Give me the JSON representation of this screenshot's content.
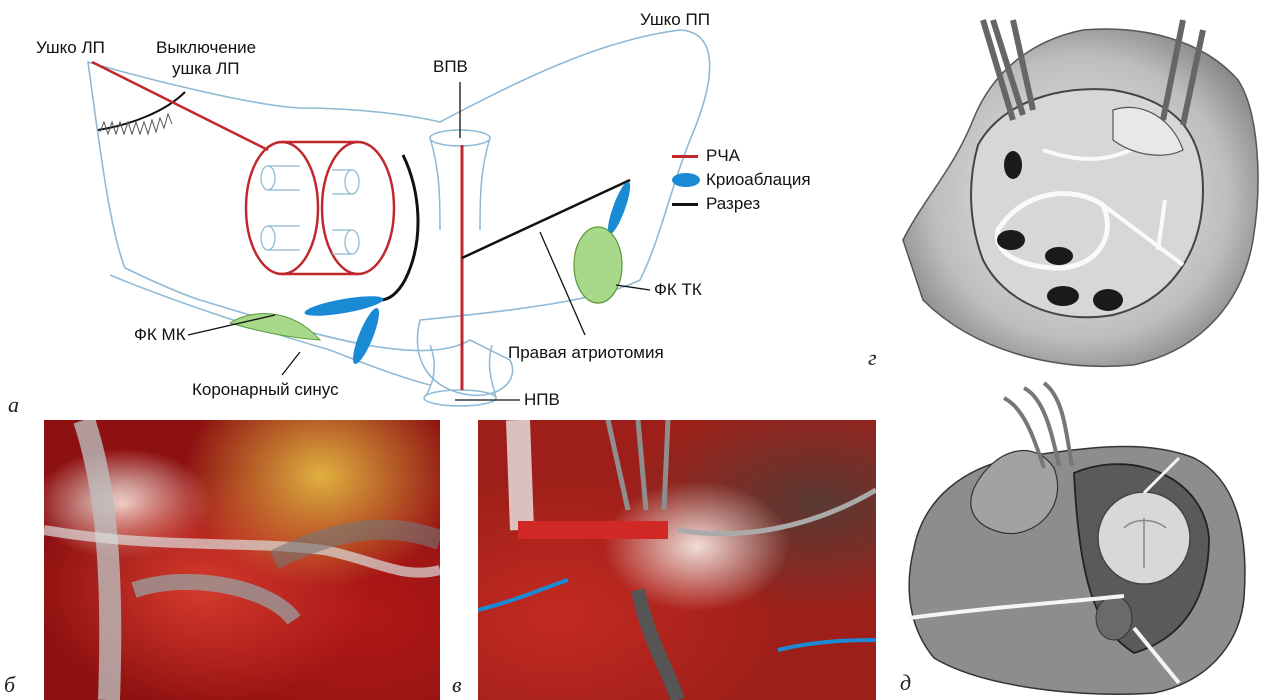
{
  "labels": {
    "ushko_lp": "Ушко ЛП",
    "vykl_line1": "Выключение",
    "vykl_line2": "ушка ЛП",
    "vpv": "ВПВ",
    "ushko_pp": "Ушко ПП",
    "fk_mk": "ФК МК",
    "fk_tk": "ФК ТК",
    "koronarny_sinus": "Коронарный синус",
    "pravaya_atriotomiya": "Правая атриотомия",
    "npv": "НПВ"
  },
  "legend": [
    {
      "label": "РЧА",
      "color": "#c0282d",
      "kind": "line"
    },
    {
      "label": "Криоаблация",
      "color": "#1a8ad4",
      "kind": "oval"
    },
    {
      "label": "Разрез",
      "color": "#111111",
      "kind": "line"
    }
  ],
  "panels": {
    "a": "а",
    "b": "б",
    "v": "в",
    "g": "г",
    "d": "д"
  },
  "colors": {
    "outline": "#8fb9d4",
    "rfa": "#c0282d",
    "cryo": "#1a8ad4",
    "incision": "#111111",
    "annulus": "#a8d88a"
  }
}
